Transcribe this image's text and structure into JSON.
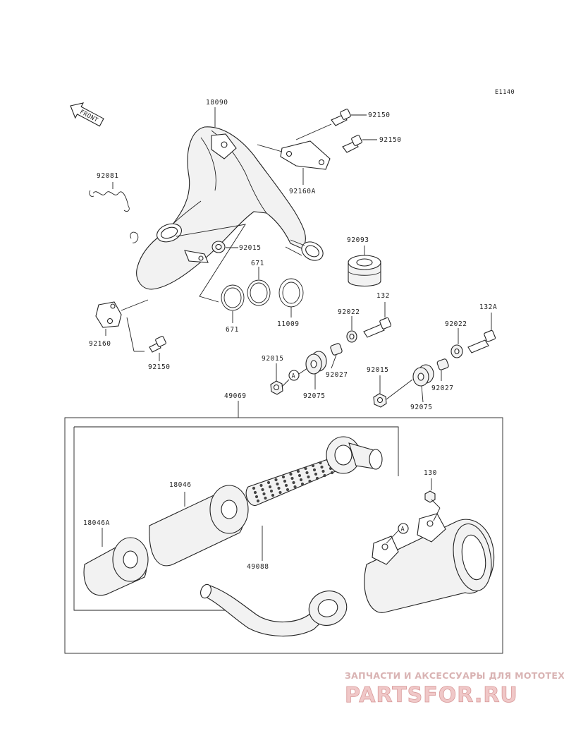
{
  "diagram_code": "E1140",
  "front_label": "FRONT",
  "parts": {
    "p18090": "18090",
    "p92150_a": "92150",
    "p92150_b": "92150",
    "p92160A": "92160A",
    "p92081": "92081",
    "p92015_a": "92015",
    "p671_a": "671",
    "p671_b": "671",
    "p11009": "11009",
    "p92093": "92093",
    "p132": "132",
    "p92022_a": "92022",
    "p132A": "132A",
    "p92022_b": "92022",
    "p92160": "92160",
    "p92150_c": "92150",
    "p92015_b": "92015",
    "p92027_a": "92027",
    "p92075_a": "92075",
    "p92015_c": "92015",
    "p92027_b": "92027",
    "p92075_b": "92075",
    "p49069": "49069",
    "p18046": "18046",
    "p18046A": "18046A",
    "p49088": "49088",
    "p130": "130"
  },
  "ref_marks": {
    "a1": "A",
    "a2": "A"
  },
  "watermark": {
    "tagline": "ЗАПЧАСТИ И АКСЕССУАРЫ ДЛЯ МОТОТЕХНИКИ",
    "logo": "PARTSFOR.RU"
  }
}
